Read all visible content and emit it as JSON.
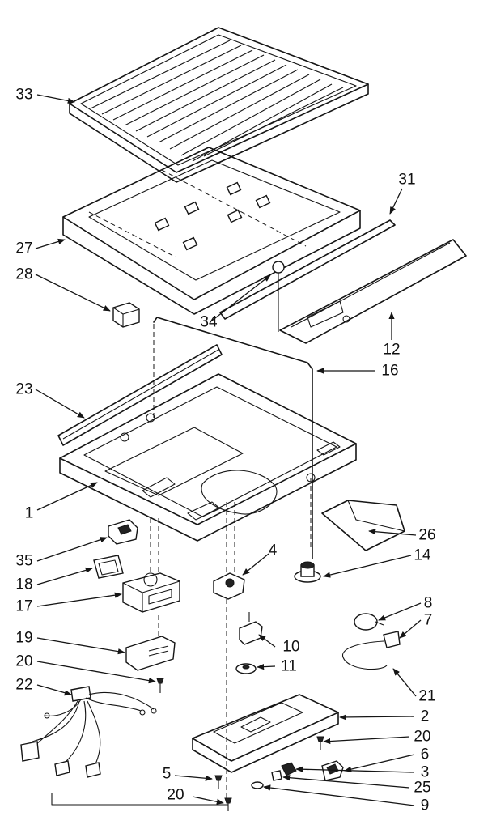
{
  "labels": {
    "p33": "33",
    "p31": "31",
    "p27": "27",
    "p28": "28",
    "p34": "34",
    "p12": "12",
    "p16": "16",
    "p23": "23",
    "p1": "1",
    "p26": "26",
    "p35": "35",
    "p4": "4",
    "p14": "14",
    "p18": "18",
    "p17": "17",
    "p8": "8",
    "p7": "7",
    "p19": "19",
    "p10": "10",
    "p11": "11",
    "p20a": "20",
    "p21": "21",
    "p22": "22",
    "p2": "2",
    "p20b": "20",
    "p6": "6",
    "p5": "5",
    "p3": "3",
    "p25": "25",
    "p20c": "20",
    "p9": "9"
  }
}
